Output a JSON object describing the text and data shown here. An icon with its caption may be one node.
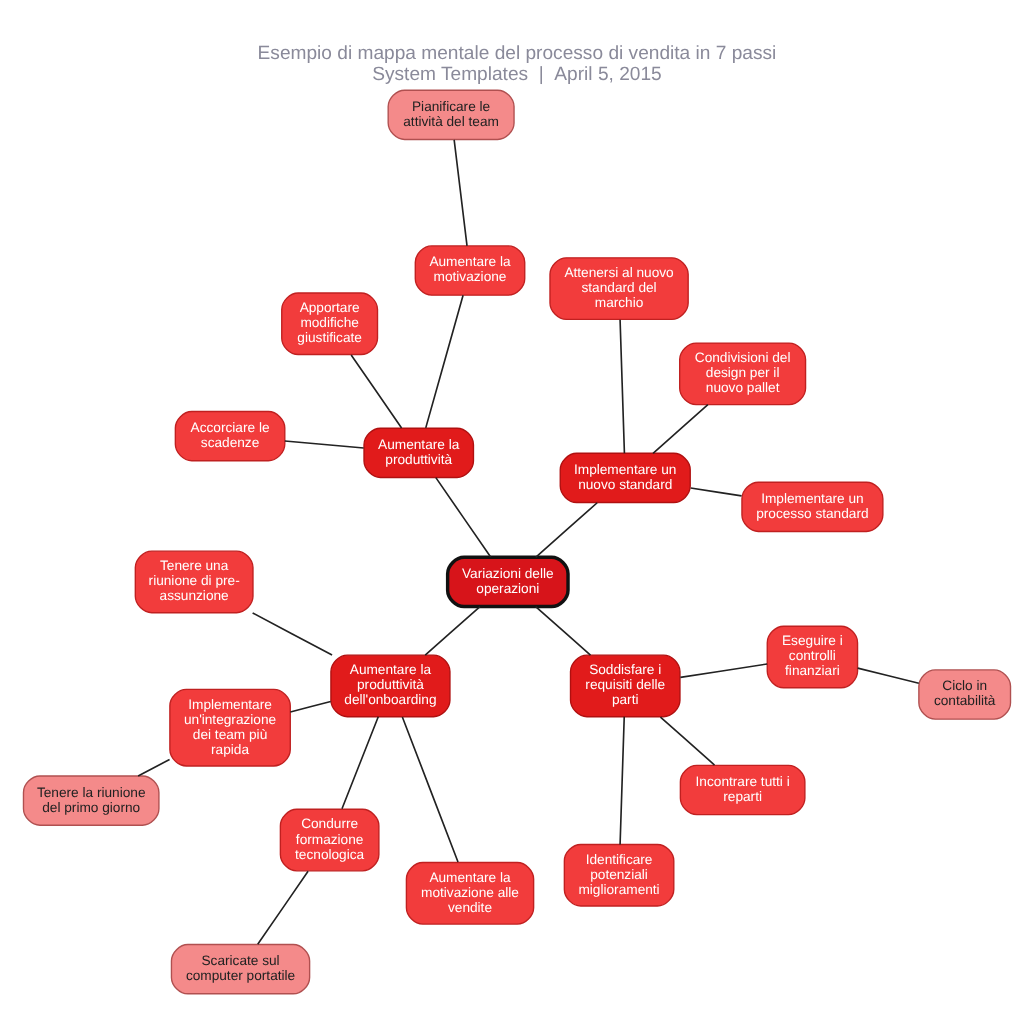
{
  "diagram": {
    "title": "Esempio di mappa mentale del processo di vendita in 7 passi",
    "caption": "System Templates  |  April 5, 2015",
    "nodes": [
      {
        "text": [
          "Variazioni delle operazioni"
        ]
      },
      {
        "text": [
          "Implementare un nuovo standard"
        ]
      },
      {
        "text": [
          "Implementare un processo standard"
        ]
      },
      {
        "text": [
          "Condivisioni del design per il nuovo pallet"
        ]
      },
      {
        "text": [
          "Attenersi al nuovo standard del marchio"
        ]
      },
      {
        "text": [
          "Aumentare la produttività"
        ]
      },
      {
        "text": [
          "Aumentare la motivazione"
        ]
      },
      {
        "text": [
          "Pianificare le attività del team"
        ]
      },
      {
        "text": [
          "Apportare modifiche giustificate"
        ]
      },
      {
        "text": [
          "Accorciare le scadenze"
        ]
      },
      {
        "text": [
          "Aumentare la produttività dell'onboarding"
        ]
      },
      {
        "text": [
          "Tenere una riunione di pre-assunzione"
        ]
      },
      {
        "text": [
          "Implementare un'integrazione dei team più rapida"
        ]
      },
      {
        "text": [
          "Tenere la riunione del primo giorno"
        ]
      },
      {
        "text": [
          "Condurre formazione tecnologica"
        ]
      },
      {
        "text": [
          "Scaricate sul computer portatile"
        ]
      },
      {
        "text": [
          "Aumentare la motivazione alle vendite"
        ]
      },
      {
        "text": [
          "Soddisfare i requisiti delle parti"
        ]
      },
      {
        "text": [
          "Identificare potenziali miglioramenti"
        ]
      },
      {
        "text": [
          "Incontrare tutti i reparti"
        ]
      },
      {
        "text": [
          "Eseguire i controlli finanziari"
        ]
      },
      {
        "text": [
          "Ciclo in contabilità"
        ]
      }
    ],
    "edges": [
      {
        "from": 0,
        "to": 1,
        "arrow": "none"
      },
      {
        "from": 1,
        "to": 2,
        "arrow": "none"
      },
      {
        "from": 1,
        "to": 3,
        "arrow": "none"
      },
      {
        "from": 1,
        "to": 4,
        "arrow": "none"
      },
      {
        "from": 0,
        "to": 5,
        "arrow": "none"
      },
      {
        "from": 5,
        "to": 6,
        "arrow": "none"
      },
      {
        "from": 6,
        "to": 7,
        "arrow": "none"
      },
      {
        "from": 5,
        "to": 8,
        "arrow": "none"
      },
      {
        "from": 5,
        "to": 9,
        "arrow": "none"
      },
      {
        "from": 0,
        "to": 10,
        "arrow": "none"
      },
      {
        "from": 10,
        "to": 11,
        "arrow": "none"
      },
      {
        "from": 10,
        "to": 12,
        "arrow": "none"
      },
      {
        "from": 12,
        "to": 13,
        "arrow": "none"
      },
      {
        "from": 10,
        "to": 14,
        "arrow": "none"
      },
      {
        "from": 14,
        "to": 15,
        "arrow": "none"
      },
      {
        "from": 10,
        "to": 16,
        "arrow": "none"
      },
      {
        "from": 0,
        "to": 17,
        "arrow": "none"
      },
      {
        "from": 17,
        "to": 18,
        "arrow": "none"
      },
      {
        "from": 17,
        "to": 19,
        "arrow": "none"
      },
      {
        "from": 17,
        "to": 20,
        "arrow": "none"
      },
      {
        "from": 20,
        "to": 21,
        "arrow": "none"
      }
    ]
  }
}
